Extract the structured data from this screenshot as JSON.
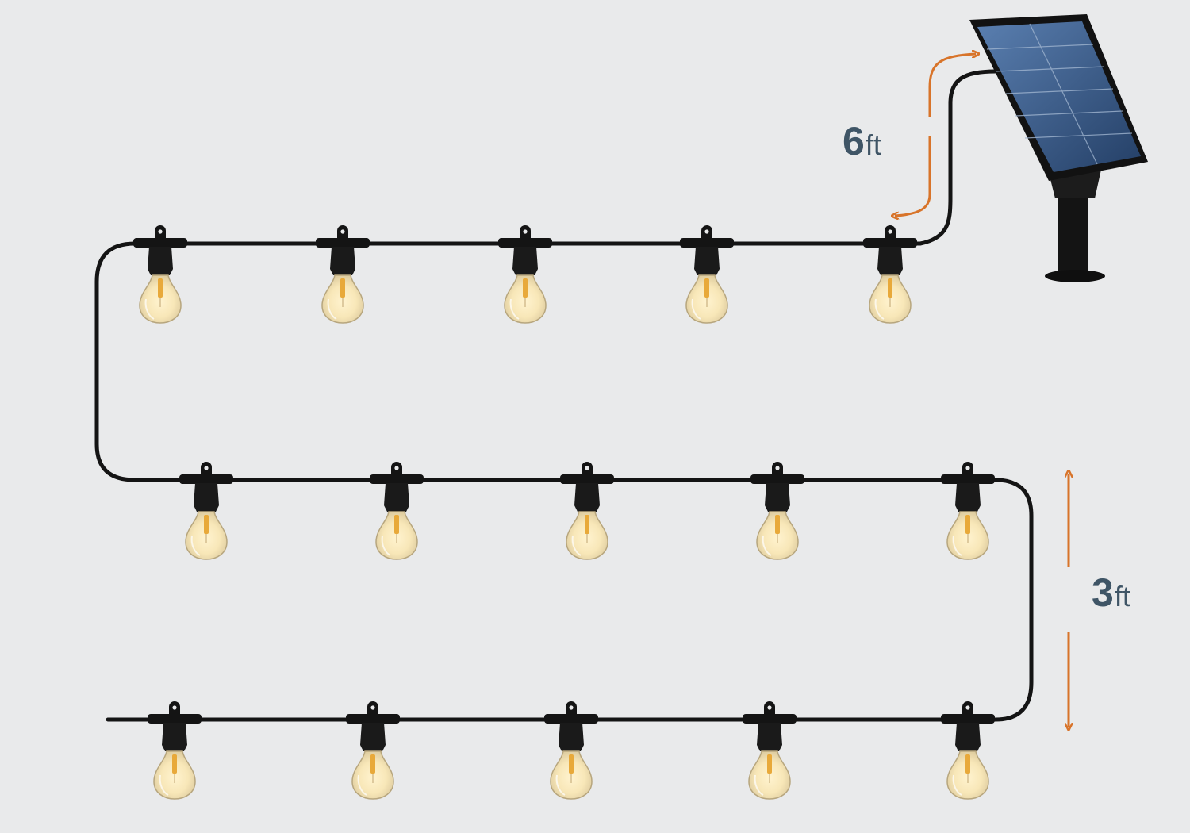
{
  "dimensions": {
    "lead_cable": {
      "value": "6",
      "unit": "ft"
    },
    "bulb_spacing": {
      "value": "3",
      "unit": "ft"
    }
  },
  "bulb_count": 15,
  "colors": {
    "background": "#e9eaeb",
    "cable": "#141414",
    "arrow": "#d8742a",
    "label_text": "#3f5566",
    "bulb_glow": "#f6d98a",
    "solar_cells": "#2f4f7c"
  },
  "icons": [
    "solar-panel-icon",
    "light-bulb-icon",
    "double-arrow-icon"
  ]
}
